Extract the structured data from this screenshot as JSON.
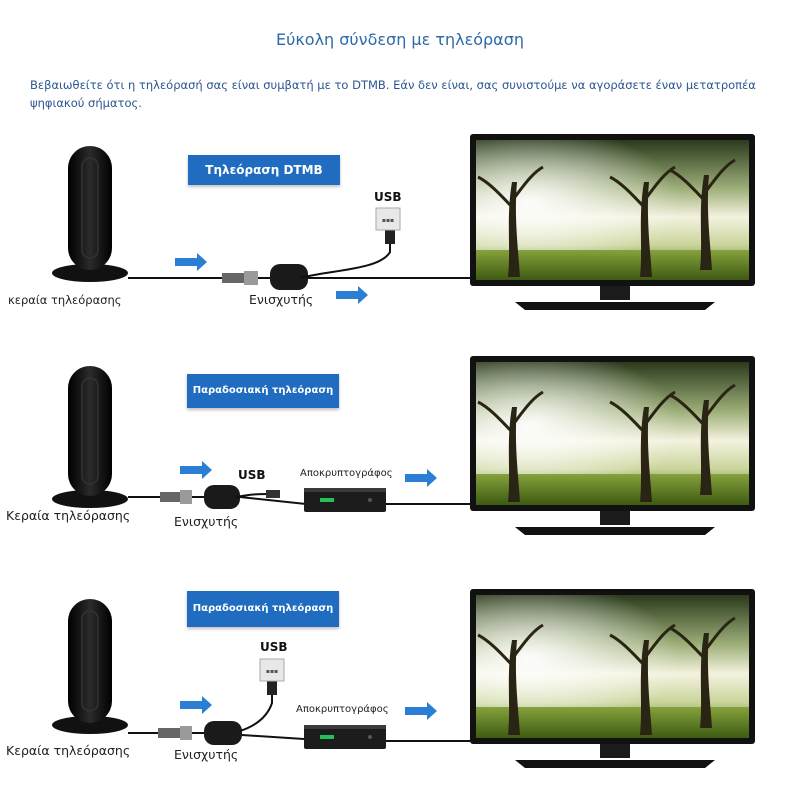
{
  "title": "Εύκολη σύνδεση με τηλεόραση",
  "intro": "Βεβαιωθείτε ότι η τηλεόρασή σας είναι συμβατή με το DTMB. Εάν δεν είναι, σας συνιστούμε να αγοράσετε έναν μετατροπέα ψηφιακού σήματος.",
  "rows": [
    {
      "badge": "Τηλεόραση DTMB",
      "antenna_label": "κεραία τηλεόρασης",
      "amplifier_label": "Ενισχυτής",
      "usb_label": "USB"
    },
    {
      "badge": "Παραδοσιακή τηλεόραση",
      "antenna_label": "Κεραία τηλεόρασης",
      "amplifier_label": "Ενισχυτής",
      "usb_label": "USB",
      "decoder_label": "Αποκρυπτογράφος"
    },
    {
      "badge": "Παραδοσιακή τηλεόραση",
      "antenna_label": "Κεραία τηλεόρασης",
      "amplifier_label": "Ενισχυτής",
      "usb_label": "USB",
      "decoder_label": "Αποκρυπτογράφος"
    }
  ],
  "colors": {
    "accent": "#1f6cc0",
    "arrow": "#2a7fd4",
    "title": "#2c6aa8"
  }
}
